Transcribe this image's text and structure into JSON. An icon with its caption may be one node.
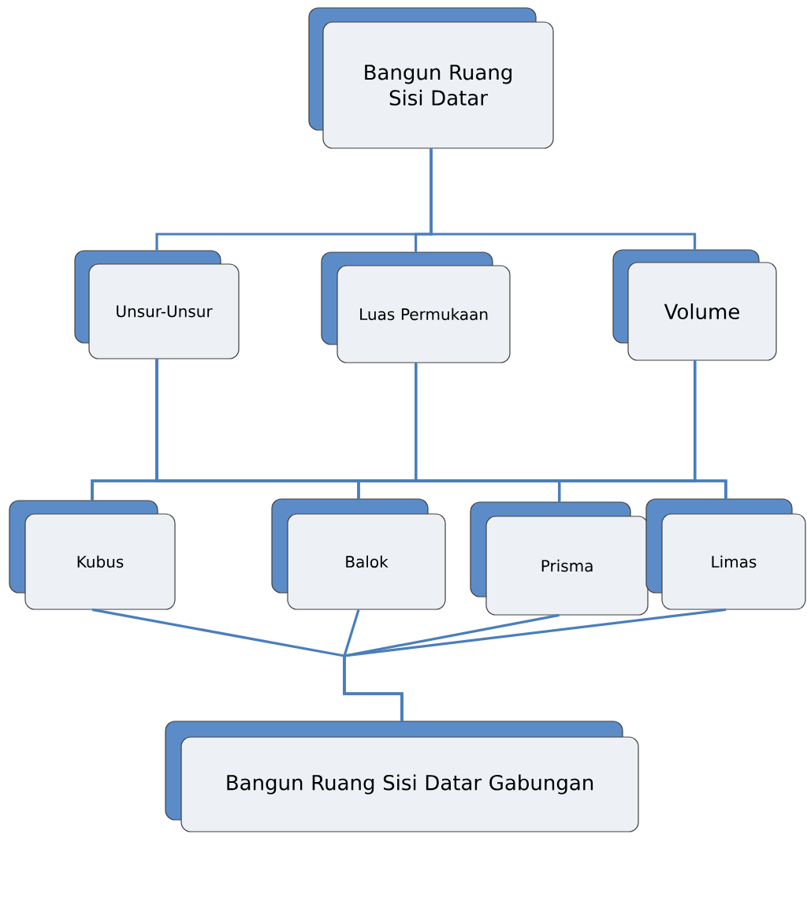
{
  "diagram": {
    "nodes": [
      {
        "text": [
          "Bangun Ruang Sisi Datar"
        ]
      },
      {
        "text": [
          "Unsur-Unsur"
        ]
      },
      {
        "text": [
          "Luas Permukaan"
        ]
      },
      {
        "text": [
          "Volume"
        ]
      },
      {
        "text": [
          "Kubus"
        ]
      },
      {
        "text": [
          "Balok"
        ]
      },
      {
        "text": [
          "Prisma"
        ]
      },
      {
        "text": [
          "Limas"
        ]
      },
      {
        "text": [
          "Bangun  Ruang Sisi Datar Gabungan"
        ]
      }
    ],
    "edges": [
      {
        "from": 0,
        "to": 1,
        "arrow": "none"
      },
      {
        "from": 0,
        "to": 2,
        "arrow": "none"
      },
      {
        "from": 0,
        "to": 3,
        "arrow": "none"
      },
      {
        "from": 1,
        "to": 4,
        "arrow": "none"
      },
      {
        "from": 1,
        "to": 5,
        "arrow": "none"
      },
      {
        "from": 1,
        "to": 6,
        "arrow": "none"
      },
      {
        "from": 1,
        "to": 7,
        "arrow": "none"
      },
      {
        "from": 2,
        "to": 4,
        "arrow": "none"
      },
      {
        "from": 2,
        "to": 5,
        "arrow": "none"
      },
      {
        "from": 2,
        "to": 6,
        "arrow": "none"
      },
      {
        "from": 2,
        "to": 7,
        "arrow": "none"
      },
      {
        "from": 3,
        "to": 4,
        "arrow": "none"
      },
      {
        "from": 3,
        "to": 5,
        "arrow": "none"
      },
      {
        "from": 3,
        "to": 6,
        "arrow": "none"
      },
      {
        "from": 3,
        "to": 7,
        "arrow": "none"
      },
      {
        "from": 4,
        "to": 8,
        "arrow": "none"
      },
      {
        "from": 5,
        "to": 8,
        "arrow": "none"
      },
      {
        "from": 6,
        "to": 8,
        "arrow": "none"
      },
      {
        "from": 7,
        "to": 8,
        "arrow": "none"
      }
    ]
  }
}
